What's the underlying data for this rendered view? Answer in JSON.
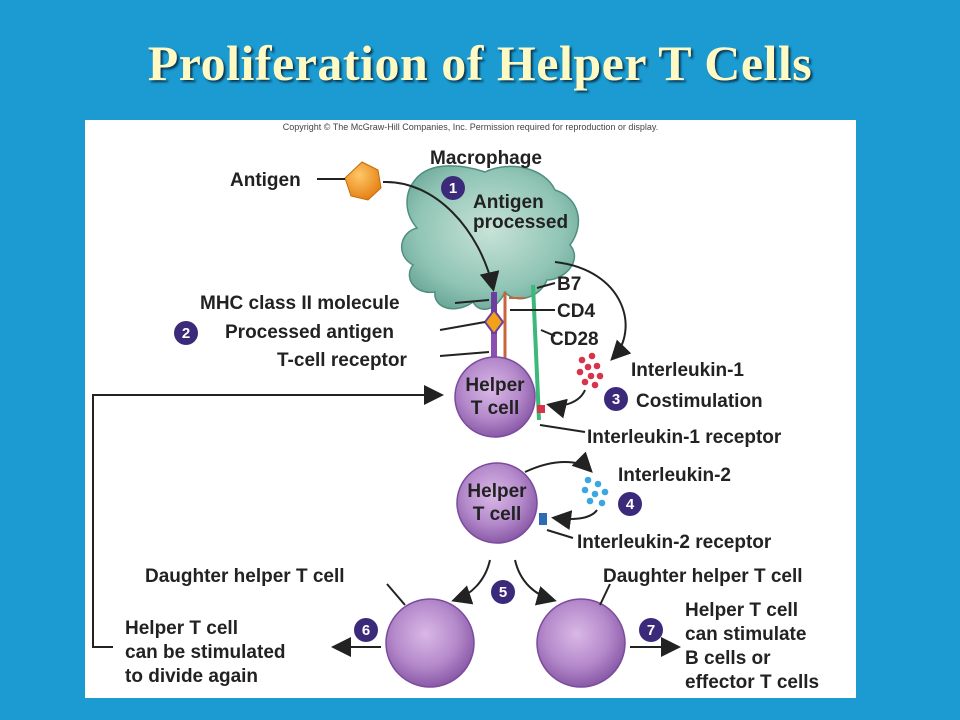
{
  "title": "Proliferation of Helper T Cells",
  "copyright": "Copyright © The McGraw-Hill Companies, Inc. Permission required for reproduction or display.",
  "labels": {
    "antigen": "Antigen",
    "macrophage": "Macrophage",
    "antigen_processed_1": "Antigen",
    "antigen_processed_2": "processed",
    "mhc": "MHC class II molecule",
    "processed_antigen": "Processed antigen",
    "tcr": "T-cell receptor",
    "b7": "B7",
    "cd4": "CD4",
    "cd28": "CD28",
    "il1": "Interleukin-1",
    "costimulation": "Costimulation",
    "il1_receptor": "Interleukin-1 receptor",
    "helper_t_1": "Helper",
    "helper_t_2": "T cell",
    "il2": "Interleukin-2",
    "il2_receptor": "Interleukin-2 receptor",
    "daughter_left": "Daughter helper T cell",
    "daughter_right": "Daughter helper T cell",
    "step6_1": "Helper T cell",
    "step6_2": "can be stimulated",
    "step6_3": "to divide again",
    "step7_1": "Helper T cell",
    "step7_2": "can stimulate",
    "step7_3": "B cells or",
    "step7_4": "effector T cells"
  },
  "steps": [
    "1",
    "2",
    "3",
    "4",
    "5",
    "6",
    "7"
  ],
  "colors": {
    "background": "#1b9bd1",
    "title": "#fff9c4",
    "step_circle": "#3b2a7a",
    "macrophage": "#8fc4b4",
    "t_cell": "#b58acb",
    "antigen": "#f39a1e",
    "interleukin_1": "#d8334a",
    "interleukin_2": "#3aa7e0"
  }
}
